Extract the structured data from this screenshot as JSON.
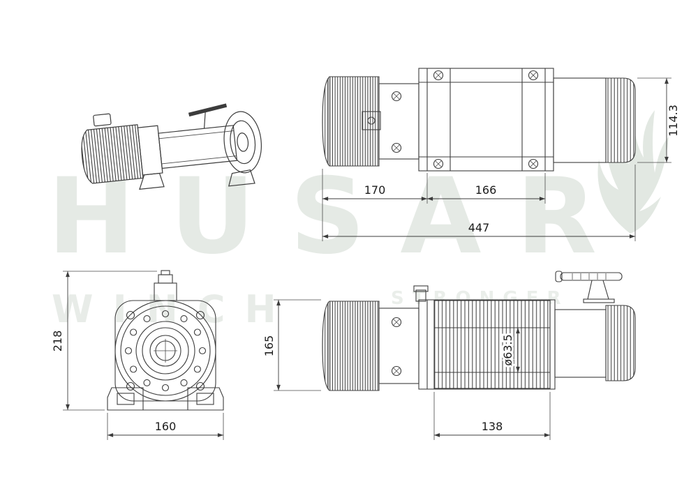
{
  "watermark": {
    "title": "HUSAR",
    "subtitle": "WINCH",
    "tagline": "STRONGER"
  },
  "views": {
    "side_top": {
      "dims": {
        "motor_length": "170",
        "drum_length": "166",
        "overall_length": "447",
        "body_height": "114.3"
      }
    },
    "front": {
      "dims": {
        "overall_height": "218",
        "base_width": "160"
      }
    },
    "side_bottom": {
      "dims": {
        "body_height": "165",
        "drum_diameter": "ø63.5",
        "rope_width": "138"
      }
    }
  },
  "colors": {
    "line": "#3c3c3c",
    "dim_text": "#1c1c1c",
    "watermark": "#e5eae5"
  }
}
